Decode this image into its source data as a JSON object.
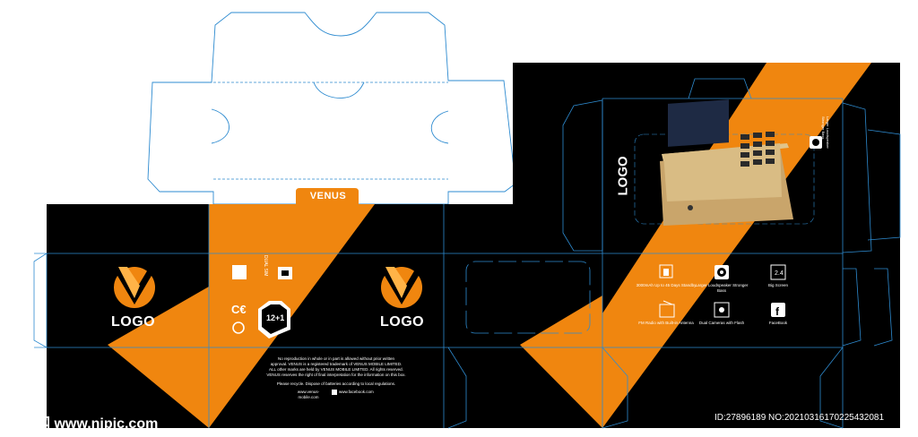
{
  "brand": {
    "tab_label": "VENUS",
    "logo_text_left": "LOGO",
    "logo_text_center": "LOGO",
    "logo_text_vertical": "LOGO",
    "accent_color": "#F0860F",
    "panel_color": "#000000",
    "dieline_color": "#2E8BD0"
  },
  "side_panel": {
    "dual_sim_label": "DUAL SIM",
    "battery_badge": "12+1",
    "icons": [
      "square-mark-icon",
      "ce-mark-icon",
      "recycle-icon",
      "sim-card-icon",
      "battery-badge-icon"
    ]
  },
  "legal": {
    "line1": "No reproduction in whole or in part is allowed without prior written",
    "line2": "approval. VENUS is a registered trademark of VENUS MOBILE LIMITED.",
    "line3": "ALL other marks are held by VENUS MOBILE LIMITED. All rights reserved.",
    "line4": "VENUS reserves the right of final interpretation for the information on this box.",
    "line5": "Please recycle. Dispose of batteries according to local regulations.",
    "website": "www.venus-mobile.com",
    "facebook": "www.facebook.com"
  },
  "features": [
    {
      "icon": "battery-icon",
      "text": "3000mAh Up to 45 Days Standby"
    },
    {
      "icon": "speaker-icon",
      "text": "Larger Loudspeaker Stronger Bass"
    },
    {
      "icon": "screen-size-icon",
      "text": "Big Screen"
    },
    {
      "icon": "radio-icon",
      "text": "FM Radio with Built-in Antenna"
    },
    {
      "icon": "camera-icon",
      "text": "Dual Cameras with Flash"
    },
    {
      "icon": "facebook-icon",
      "text": "FaceBook"
    }
  ],
  "side_caption": "Larger Loudspeaker Stronger Bass",
  "watermark": {
    "site": "昵图网 www.nipic.com",
    "id": "ID:27896189 NO:20210316170225432081"
  }
}
